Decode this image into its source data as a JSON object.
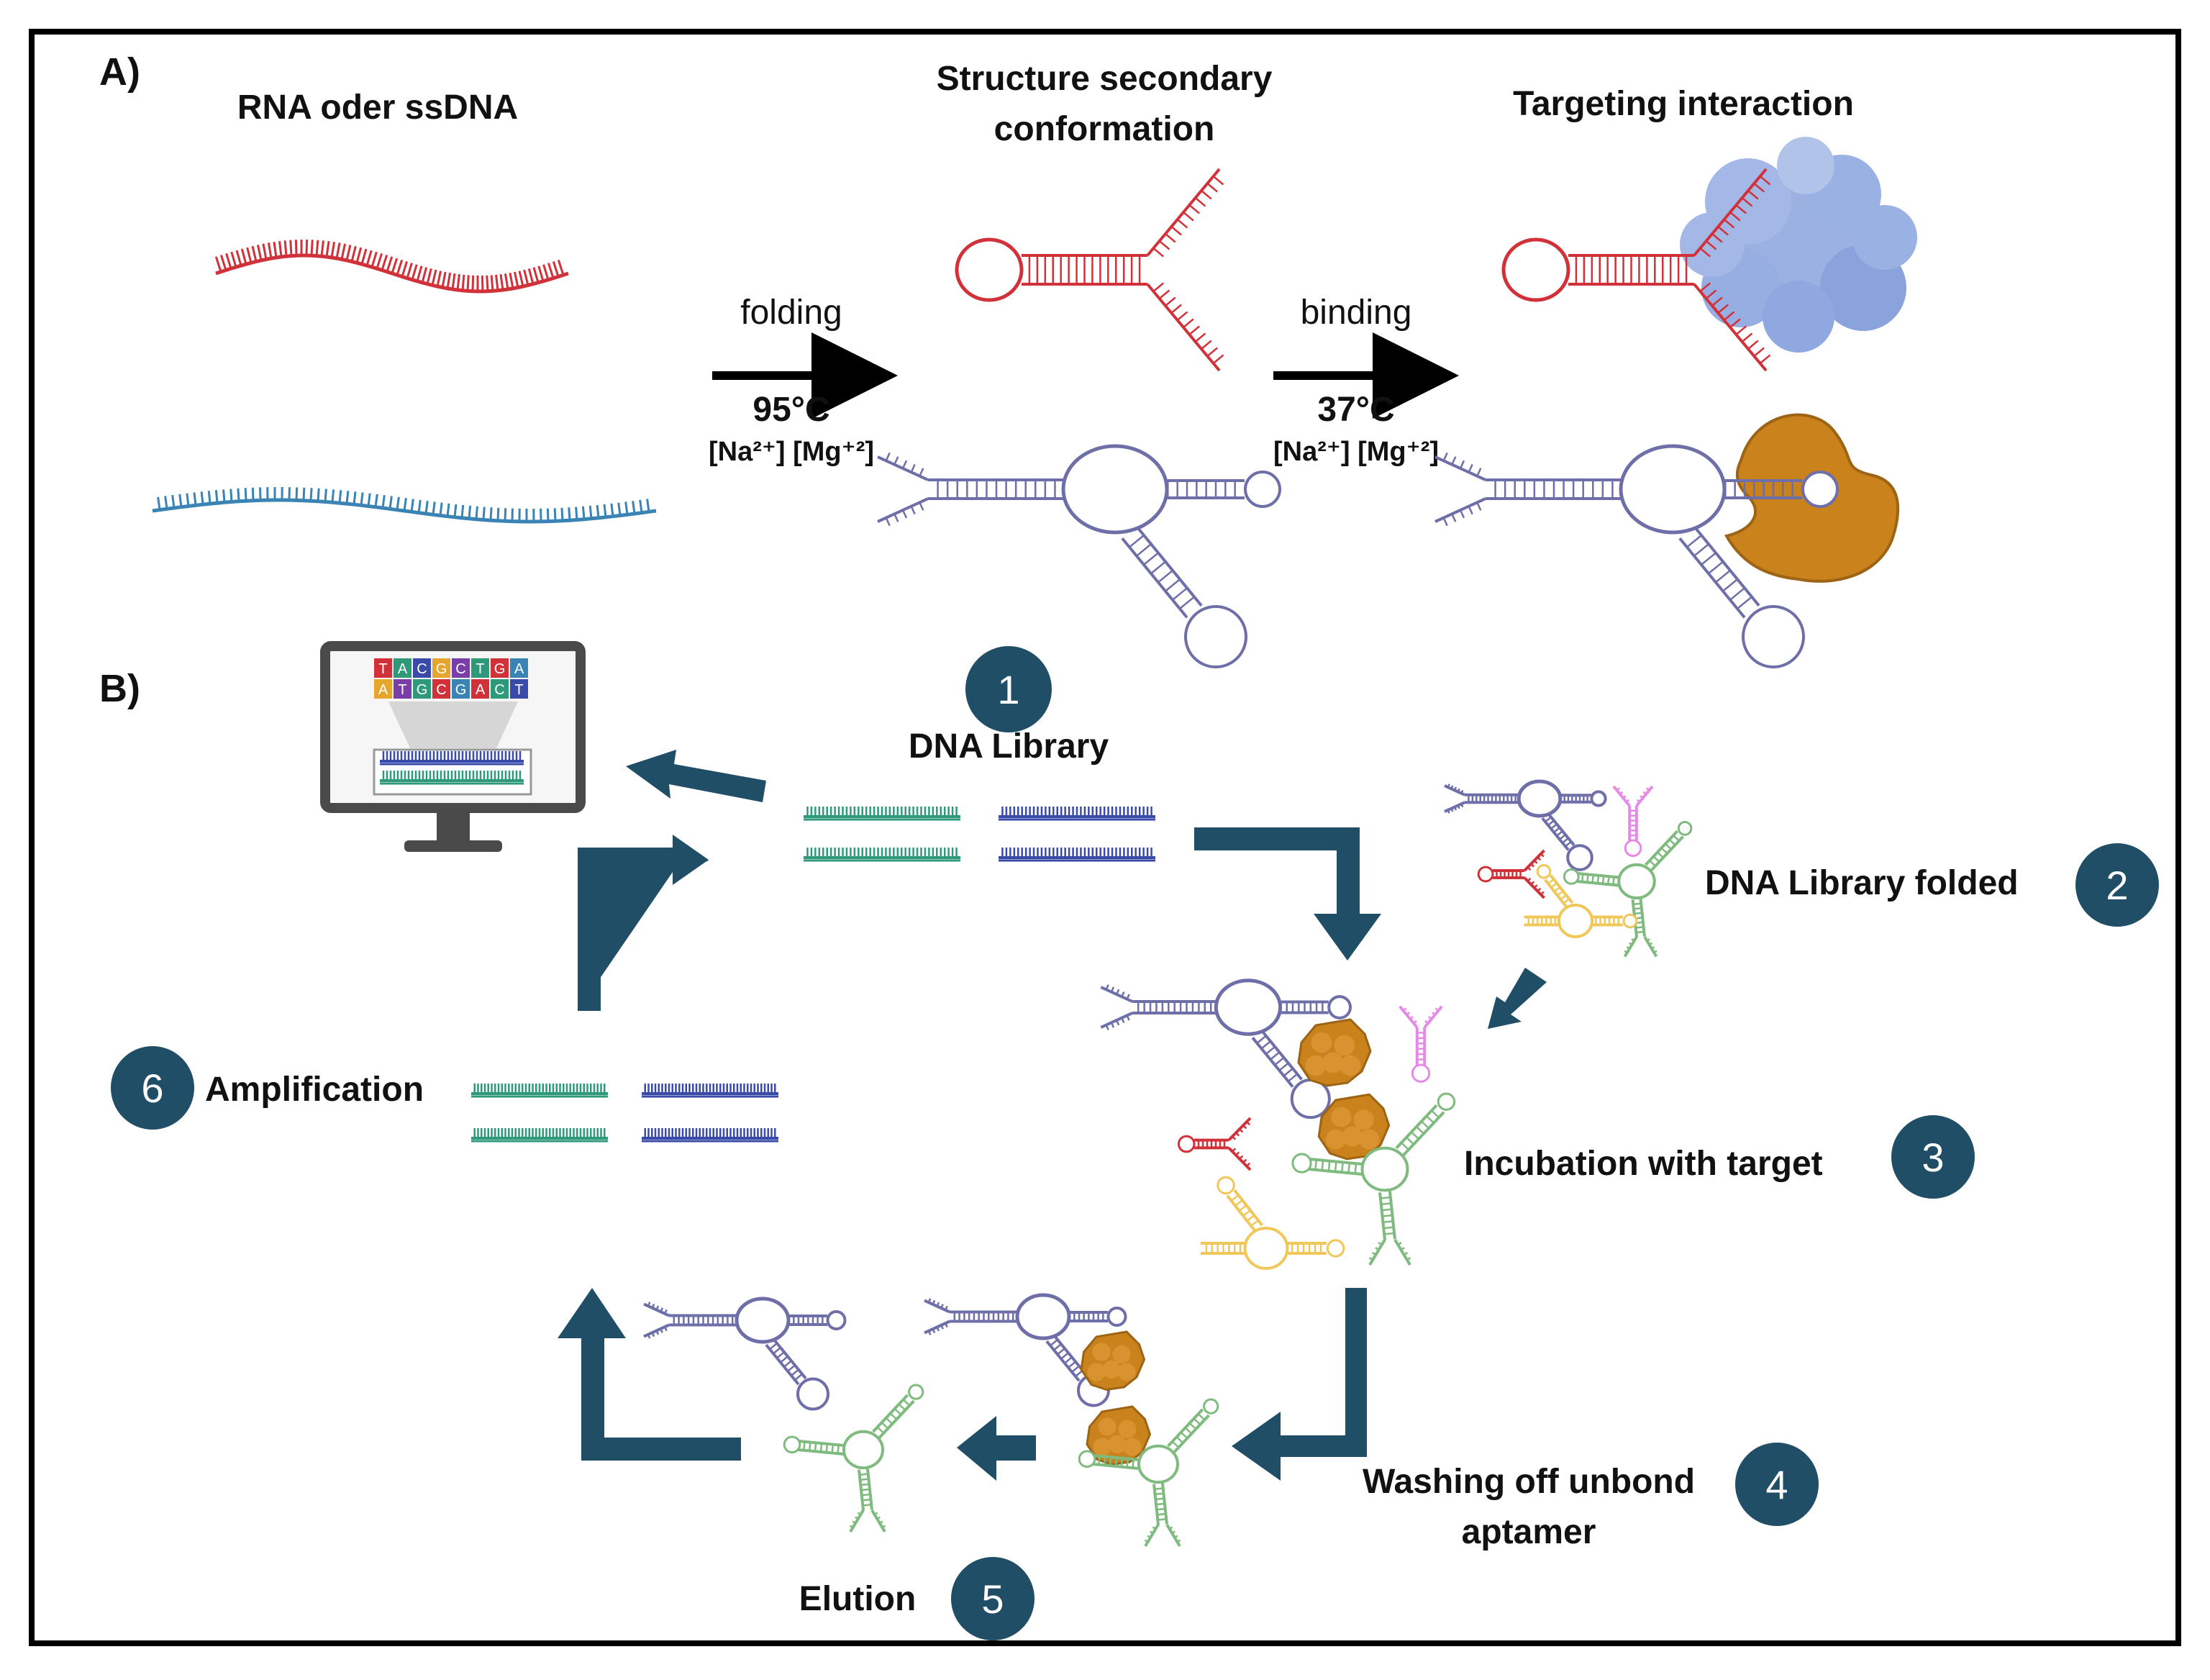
{
  "panel_a": {
    "label": "A)",
    "col1_title": "RNA oder ssDNA",
    "col2_title_line1": "Structure secondary",
    "col2_title_line2": "conformation",
    "col3_title": "Targeting interaction",
    "arrow1": {
      "top": "folding",
      "temp": "95°C",
      "ions": "[Na²⁺] [Mg⁺²]"
    },
    "arrow2": {
      "top": "binding",
      "temp": "37°C",
      "ions": "[Na²⁺] [Mg⁺²]"
    }
  },
  "panel_b": {
    "label": "B)",
    "steps": [
      {
        "number": "1",
        "label": "DNA Library"
      },
      {
        "number": "2",
        "label": "DNA Library folded"
      },
      {
        "number": "3",
        "label": "Incubation with target"
      },
      {
        "number": "4",
        "label_line1": "Washing off unbond",
        "label_line2": "aptamer"
      },
      {
        "number": "5",
        "label": "Elution"
      },
      {
        "number": "6",
        "label": "Amplification"
      }
    ],
    "monitor_seq_top": [
      "T",
      "A",
      "C",
      "G",
      "C",
      "T",
      "G",
      "A"
    ],
    "monitor_seq_bottom": [
      "A",
      "T",
      "G",
      "C",
      "G",
      "A",
      "C",
      "T"
    ]
  },
  "colors": {
    "red": "#d1323a",
    "blue": "#3a84b5",
    "lavender": "#6e6fa8",
    "green": "#2f9a7a",
    "navy": "#3a4aa8",
    "arrow": "#1f4e66",
    "badge": "#1f4e66",
    "protein_blue": "#8fa8df",
    "protein_orange": "#c9821c",
    "pink": "#e58be6",
    "yellow": "#f0c85a",
    "lightgreen": "#7fba7f"
  }
}
